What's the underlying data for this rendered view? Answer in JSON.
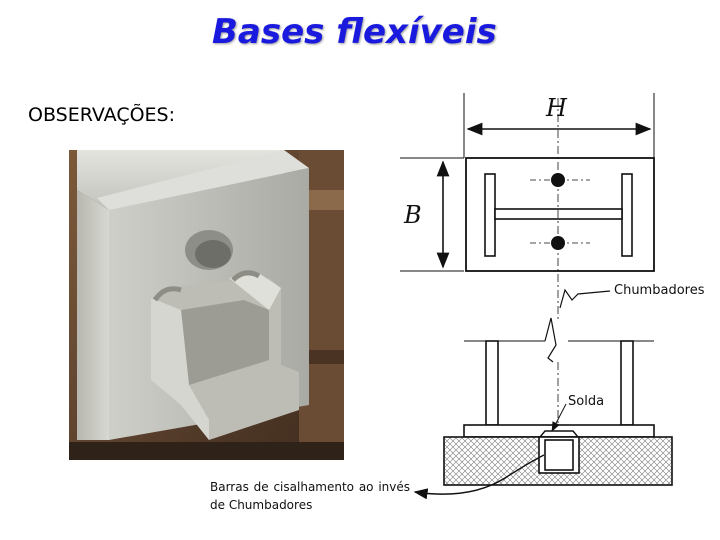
{
  "title": "Bases flexíveis",
  "subtitle": "OBSERVAÇÕES:",
  "labels": {
    "H": "H",
    "B": "B",
    "chumbadores": "Chumbadores",
    "solda": "Solda",
    "barras": "Barras de cisalhamento ao invés de Chumbadores"
  }
}
